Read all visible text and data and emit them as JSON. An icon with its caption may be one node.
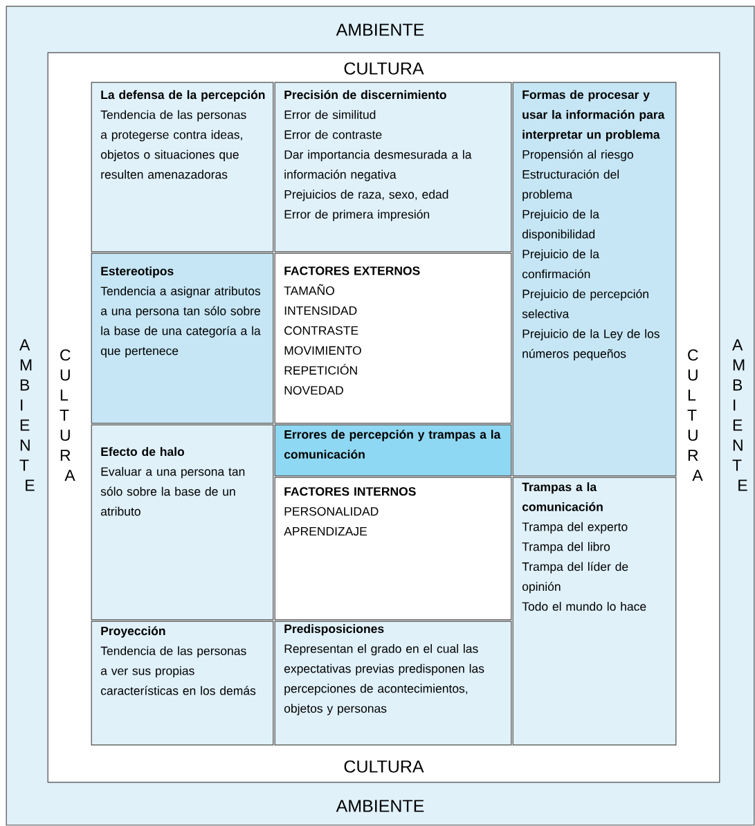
{
  "diagram": {
    "nodes": [
      {
        "text": [
          "AMBIENTE",
          "AMBIENTE",
          "AMBIENTE",
          "AMBIENTE"
        ]
      },
      {
        "text": [
          "CULTURA",
          "CULTURA",
          "CULTURA",
          "CULTURA"
        ],
        "in": 0
      },
      {
        "text": [
          "La defensa de la percepción",
          "Tendencia de las personas a protegerse contra ideas, objetos o situaciones que resulten amenazadoras"
        ],
        "in": 1
      },
      {
        "text": [
          "Precisión de discernimiento",
          "Error de similitud",
          "Error de contraste",
          "Dar importancia desmesurada a la información negativa",
          "Prejuicios de raza, sexo, edad",
          "Error de primera impresión"
        ],
        "in": 1
      },
      {
        "text": [
          "Formas de procesar y usar la información para interpretar un problema",
          "Propensión al riesgo",
          "Estructuración del problema",
          "Prejuicio de la disponibilidad",
          "Prejuicio de la confirmación",
          "Prejuicio de percepción selectiva",
          "Prejuicio de la Ley de los números pequeños"
        ],
        "in": 1
      },
      {
        "text": [
          "Estereotipos",
          "Tendencia a asignar atributos a una persona tan sólo sobre la base de una categoría a la que pertenece"
        ],
        "in": 1
      },
      {
        "text": [
          "FACTORES EXTERNOS",
          "TAMAÑO",
          "INTENSIDAD",
          "CONTRASTE",
          "MOVIMIENTO",
          "REPETICIÓN",
          "NOVEDAD"
        ],
        "in": 1
      },
      {
        "text": [
          "Errores de percepción y trampas a la comunicación"
        ],
        "in": 1
      },
      {
        "text": [
          "Efecto de halo",
          "Evaluar a una persona tan sólo sobre la base de un atributo"
        ],
        "in": 1
      },
      {
        "text": [
          "FACTORES INTERNOS",
          "PERSONALIDAD",
          "APRENDIZAJE"
        ],
        "in": 1
      },
      {
        "text": [
          "Trampas a la comunicación",
          "Trampa del experto",
          "Trampa del libro",
          "Trampa del líder de opinión",
          "Todo el mundo lo hace"
        ],
        "in": 1
      },
      {
        "text": [
          "Proyección",
          "Tendencia de las personas a ver sus propias características en los demás"
        ],
        "in": 1
      },
      {
        "text": [
          "Predisposiciones",
          "Representan el grado en el cual las expectativas previas predisponen las percepciones de acontecimientos, objetos y personas"
        ],
        "in": 1
      }
    ]
  }
}
